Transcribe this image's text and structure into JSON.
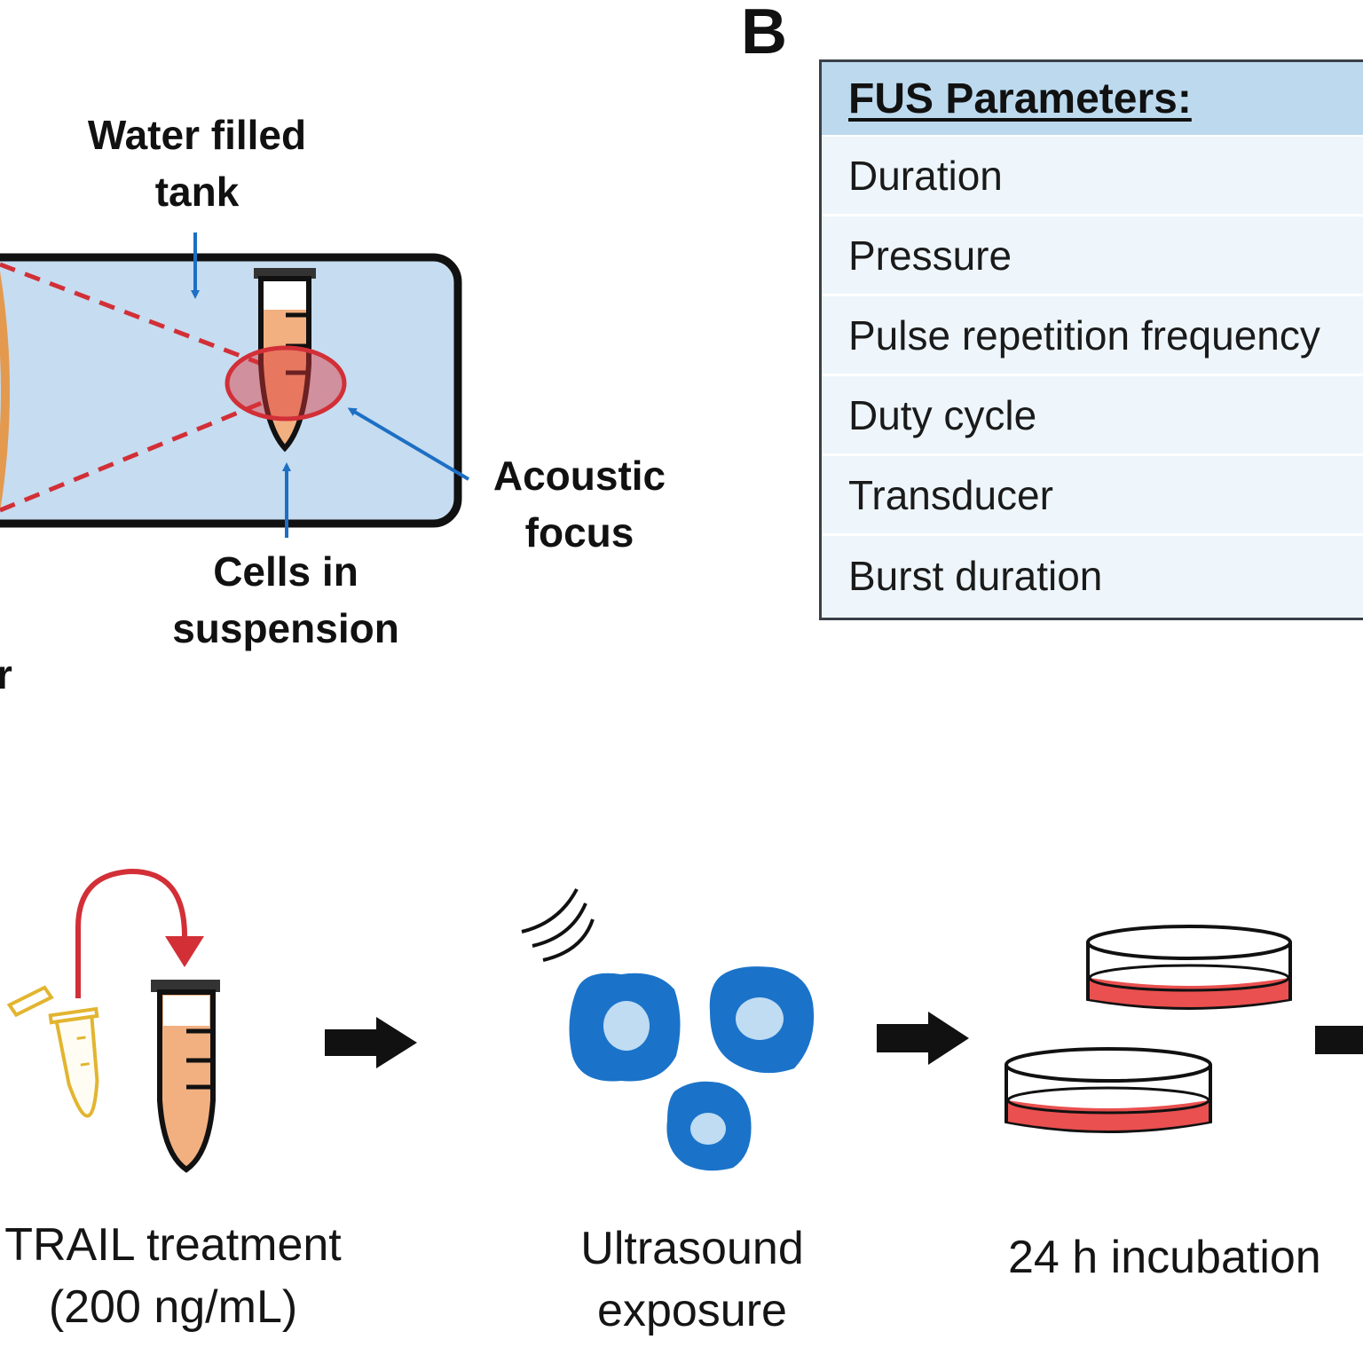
{
  "panel_b": {
    "letter": "B",
    "table": {
      "header": "FUS Parameters:",
      "rows": [
        "Duration",
        "Pressure",
        "Pulse repetition frequency",
        "Duty cycle",
        "Transducer",
        "Burst duration"
      ]
    }
  },
  "panel_a": {
    "tank_label_line1": "Water filled",
    "tank_label_line2": "tank",
    "focus_label_line1": "Acoustic",
    "focus_label_line2": "focus",
    "cells_label_line1": "Cells in",
    "cells_label_line2": "suspension",
    "cut_label": "r"
  },
  "workflow": {
    "step1_line1": "TRAIL treatment",
    "step1_line2": "(200 ng/mL)",
    "step2_line1": "Ultrasound",
    "step2_line2": "exposure",
    "step3": "24 h incubation"
  },
  "colors": {
    "tank_fill": "#c6dcf0",
    "focus_red": "#d9343a",
    "arrow_blue": "#1d6fc4",
    "tube_fill": "#f2b080",
    "cell_blue": "#1b73c9",
    "dish_media": "#e9504f"
  }
}
